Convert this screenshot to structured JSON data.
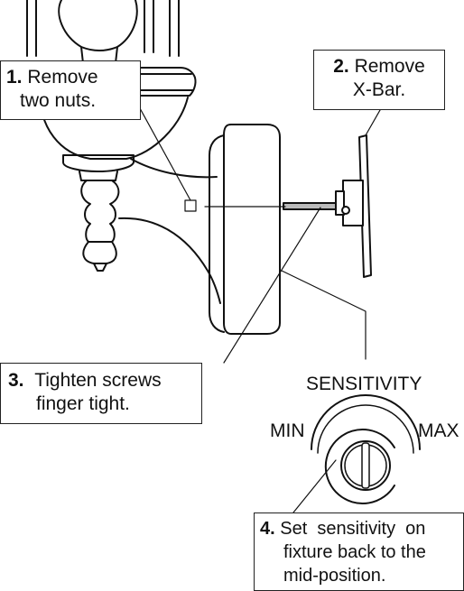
{
  "steps": [
    {
      "number": "1.",
      "lines": [
        "Remove",
        "two nuts."
      ]
    },
    {
      "number": "2.",
      "lines": [
        "Remove",
        "X-Bar."
      ]
    },
    {
      "number": "3.",
      "lines": [
        "Tighten screws",
        "finger tight."
      ]
    },
    {
      "number": "4.",
      "lines": [
        "Set  sensitivity  on",
        "fixture back to the",
        "mid-position."
      ]
    }
  ],
  "dial": {
    "title": "SENSITIVITY",
    "min_label": "MIN",
    "max_label": "MAX",
    "setting": "mid-position"
  },
  "parts": {
    "fixture": "lantern-fixture",
    "backplate": "wall-backplate",
    "crossbar": "x-bar-bracket",
    "screw": "mounting-screw",
    "nut": "nut-marker"
  }
}
